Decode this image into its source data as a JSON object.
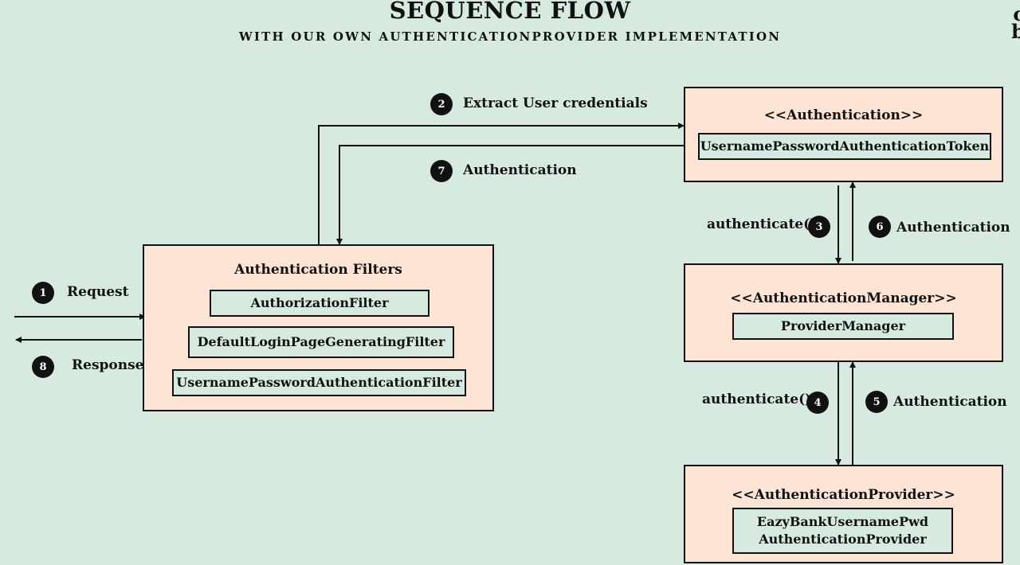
{
  "header": {
    "title": "SEQUENCE FLOW",
    "subtitle": "WITH OUR OWN AUTHENTICATIONPROVIDER IMPLEMENTATION",
    "corner_top": "c",
    "corner_bottom": "b"
  },
  "boxes": {
    "filters": {
      "title": "Authentication Filters",
      "items": [
        "AuthorizationFilter",
        "DefaultLoginPageGeneratingFilter",
        "UsernamePasswordAuthenticationFilter"
      ]
    },
    "authentication": {
      "title": "<<Authentication>>",
      "item": "UsernamePasswordAuthenticationToken"
    },
    "manager": {
      "title": "<<AuthenticationManager>>",
      "item": "ProviderManager"
    },
    "provider": {
      "title": "<<AuthenticationProvider>>",
      "item_line1": "EazyBankUsernamePwd",
      "item_line2": "AuthenticationProvider"
    }
  },
  "steps": [
    {
      "num": "1",
      "label": "Request"
    },
    {
      "num": "2",
      "label": "Extract User credentials"
    },
    {
      "num": "3",
      "label": "authenticate()"
    },
    {
      "num": "4",
      "label": "authenticate()"
    },
    {
      "num": "5",
      "label": "Authentication"
    },
    {
      "num": "6",
      "label": "Authentication"
    },
    {
      "num": "7",
      "label": "Authentication"
    },
    {
      "num": "8",
      "label": "Response"
    }
  ],
  "colors": {
    "background": "#d6eadf",
    "box_fill": "#fde4d5",
    "stroke": "#111111"
  }
}
